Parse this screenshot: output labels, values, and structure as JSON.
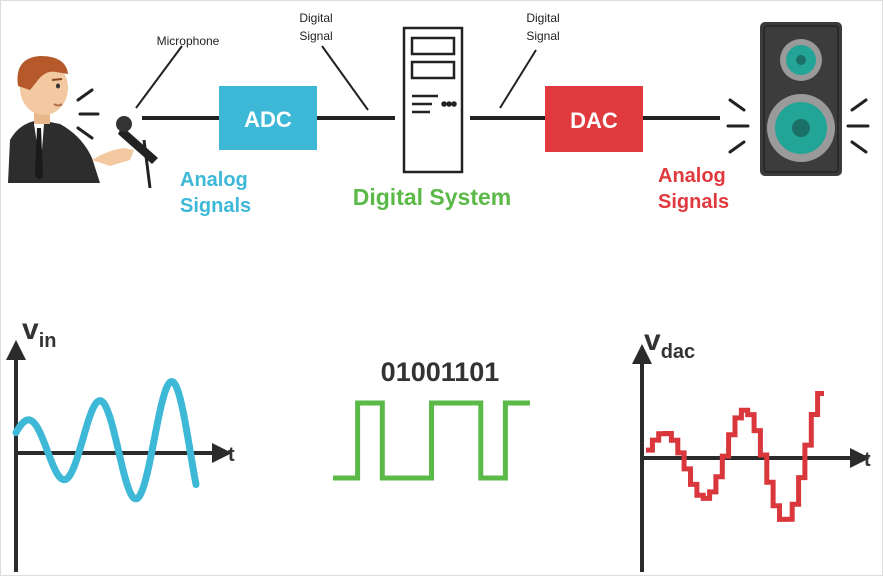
{
  "labels": {
    "microphone": "Microphone",
    "digital_signal_left": [
      "Digital",
      "Signal"
    ],
    "digital_signal_right": [
      "Digital",
      "Signal"
    ],
    "adc": "ADC",
    "dac": "DAC",
    "analog_signals_left": [
      "Analog",
      "Signals"
    ],
    "analog_signals_right": [
      "Analog",
      "Signals"
    ],
    "digital_system": "Digital System",
    "binary": "01001101",
    "vin_main": "v",
    "vin_sub": "in",
    "vdac_main": "v",
    "vdac_sub": "dac",
    "axis_t": "t"
  },
  "colors": {
    "adc_box": "#3db8d6",
    "dac_box": "#e03a3e",
    "analog_input": "#3db8d6",
    "digital": "#5ab947",
    "analog_output": "#d9373b",
    "line": "#222222",
    "skin": "#f2c9a0",
    "hair": "#b5582a",
    "suit": "#2d2d2d",
    "speaker_body": "#3c3c3c",
    "speaker_cone": "#22a596"
  },
  "digital_bits": [
    0,
    1,
    0,
    0,
    1,
    1,
    0,
    1
  ],
  "icons": [
    "person-icon",
    "microphone-icon",
    "computer-tower-icon",
    "speaker-icon",
    "sound-wave-icon"
  ]
}
